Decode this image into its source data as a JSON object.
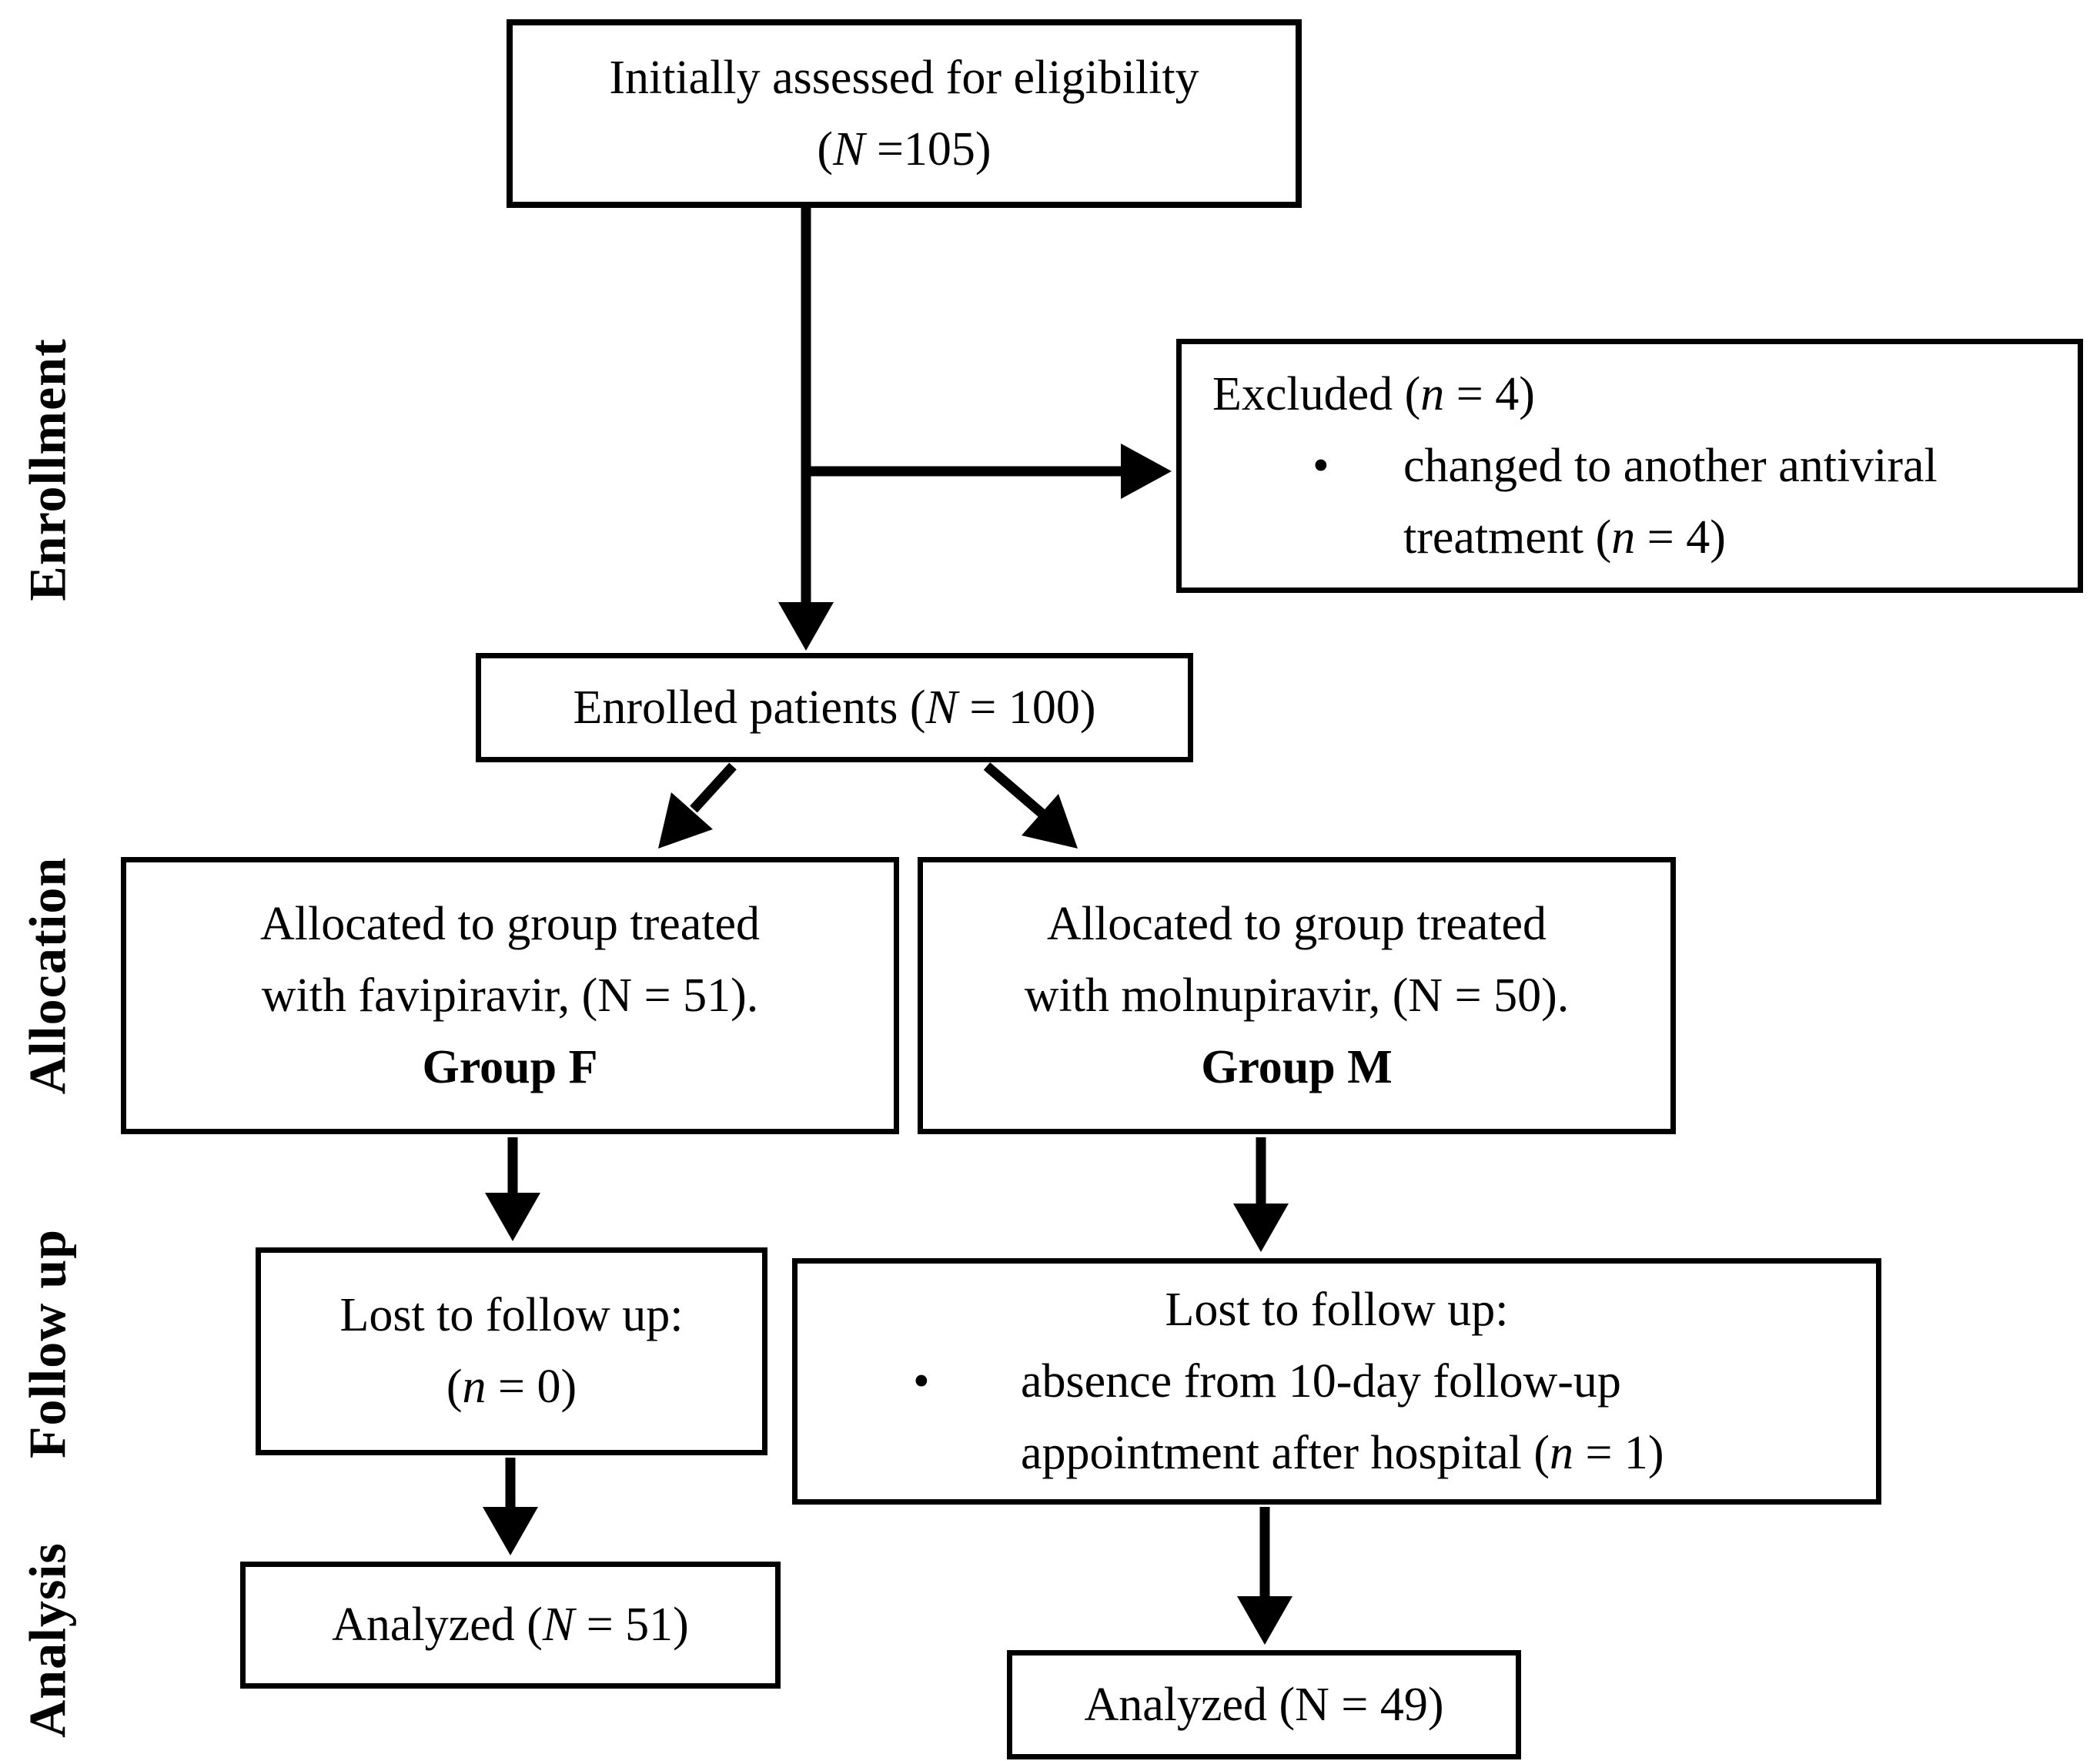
{
  "diagram_title": "CONSORT patient flow diagram",
  "colors": {
    "background": "#ffffff",
    "box_border": "#000000",
    "text": "#000000",
    "arrow": "#000000"
  },
  "side_labels": {
    "enrollment": "Enrollment",
    "allocation": "Allocation",
    "followup": "Follow up",
    "analysis": "Analysis"
  },
  "boxes": {
    "initial": {
      "line1": "Initially assessed for eligibility",
      "l2a": "(",
      "l2b": "N",
      "l2c": " =105)"
    },
    "excluded": {
      "t1a": "Excluded (",
      "t1b": "n",
      "t1c": " = 4)",
      "bullet": "•",
      "i1a": "changed to another antiviral treatment (",
      "i1b": "n",
      "i1c": " = 4)"
    },
    "enrolled": {
      "a": "Enrolled patients (",
      "b": "N",
      "c": " = 100)"
    },
    "alloc_f": {
      "line1": "Allocated to group treated",
      "line2": "with favipiravir, (N = 51).",
      "line3": "Group F"
    },
    "alloc_m": {
      "line1": "Allocated to group treated",
      "line2": "with molnupiravir, (N = 50).",
      "line3": "Group M"
    },
    "lost_f": {
      "line1": "Lost to follow up:",
      "l2a": "(",
      "l2b": "n",
      "l2c": " = 0)"
    },
    "lost_m": {
      "line1": "Lost to follow up:",
      "bullet": "•",
      "i1a": "absence from 10-day follow-up appointment after hospital (",
      "i1b": "n",
      "i1c": " = 1)"
    },
    "analyzed_f": {
      "a": "Analyzed (",
      "b": "N",
      "c": " = 51)"
    },
    "analyzed_m": {
      "text": "Analyzed (N = 49)"
    }
  }
}
